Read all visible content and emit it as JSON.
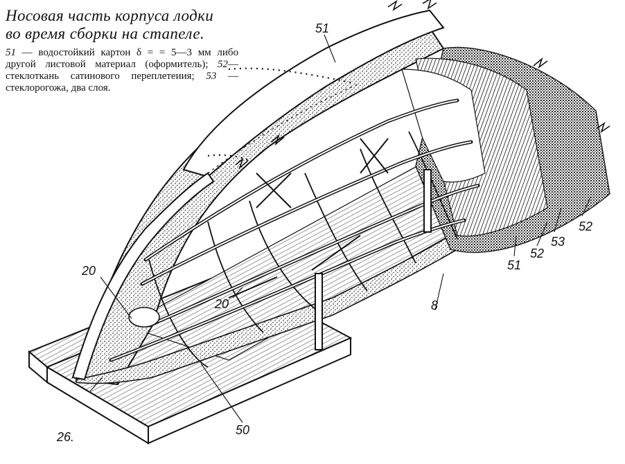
{
  "title_line1": "Носовая часть корпуса лодки",
  "title_line2": "во время сборки на стапеле.",
  "legend": {
    "n51": "51",
    "t51": " — водостойкий картон δ = = 5—3 мм либо другой листовой материал (оформитель); ",
    "n52": "52",
    "t52": "— стеклоткань сатинового переплетеиия; ",
    "n53": "53",
    "t53": " — стеклорогожа, два слоя."
  },
  "callouts": {
    "c51_top": "51",
    "c20_left": "20",
    "c20_mid": "20",
    "c26": "26.",
    "c50": "50",
    "c8": "8",
    "c51_low": "51",
    "c52_low": "52",
    "c53": "53",
    "c52_right": "52"
  },
  "colors": {
    "ink": "#111111",
    "paper": "#ffffff"
  }
}
